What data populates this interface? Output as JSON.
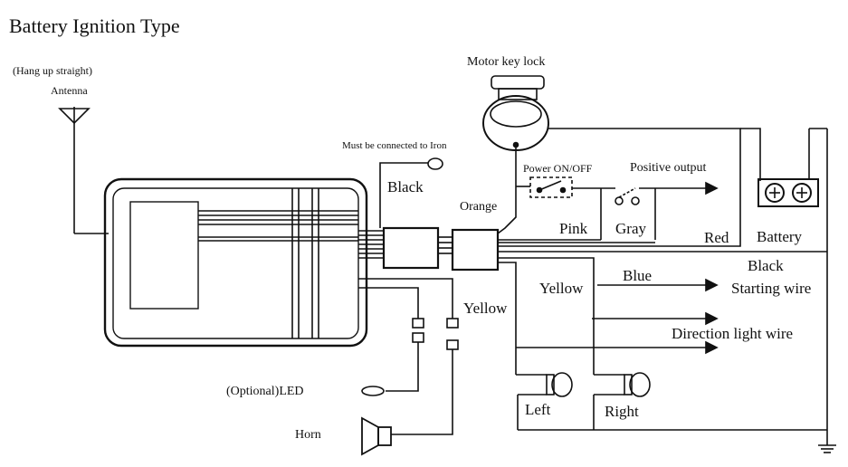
{
  "title": "Battery Ignition Type",
  "antenna": {
    "note": "(Hang up straight)",
    "label": "Antenna"
  },
  "key_lock": {
    "label": "Motor key lock"
  },
  "iron_note": "Must be connected to Iron",
  "switches": {
    "power": "Power ON/OFF",
    "positive": "Positive output"
  },
  "battery": {
    "label": "Battery"
  },
  "wires": {
    "black_top": "Black",
    "orange": "Orange",
    "pink": "Pink",
    "gray": "Gray",
    "red": "Red",
    "blue": "Blue",
    "black_right": "Black",
    "starting": "Starting wire",
    "yellow_left": "Yellow",
    "yellow_mid": "Yellow",
    "direction": "Direction light wire"
  },
  "lamps": {
    "left": "Left",
    "right": "Right"
  },
  "led": "(Optional)LED",
  "horn": "Horn",
  "colors": {
    "ink": "#111111",
    "background": "#ffffff"
  }
}
